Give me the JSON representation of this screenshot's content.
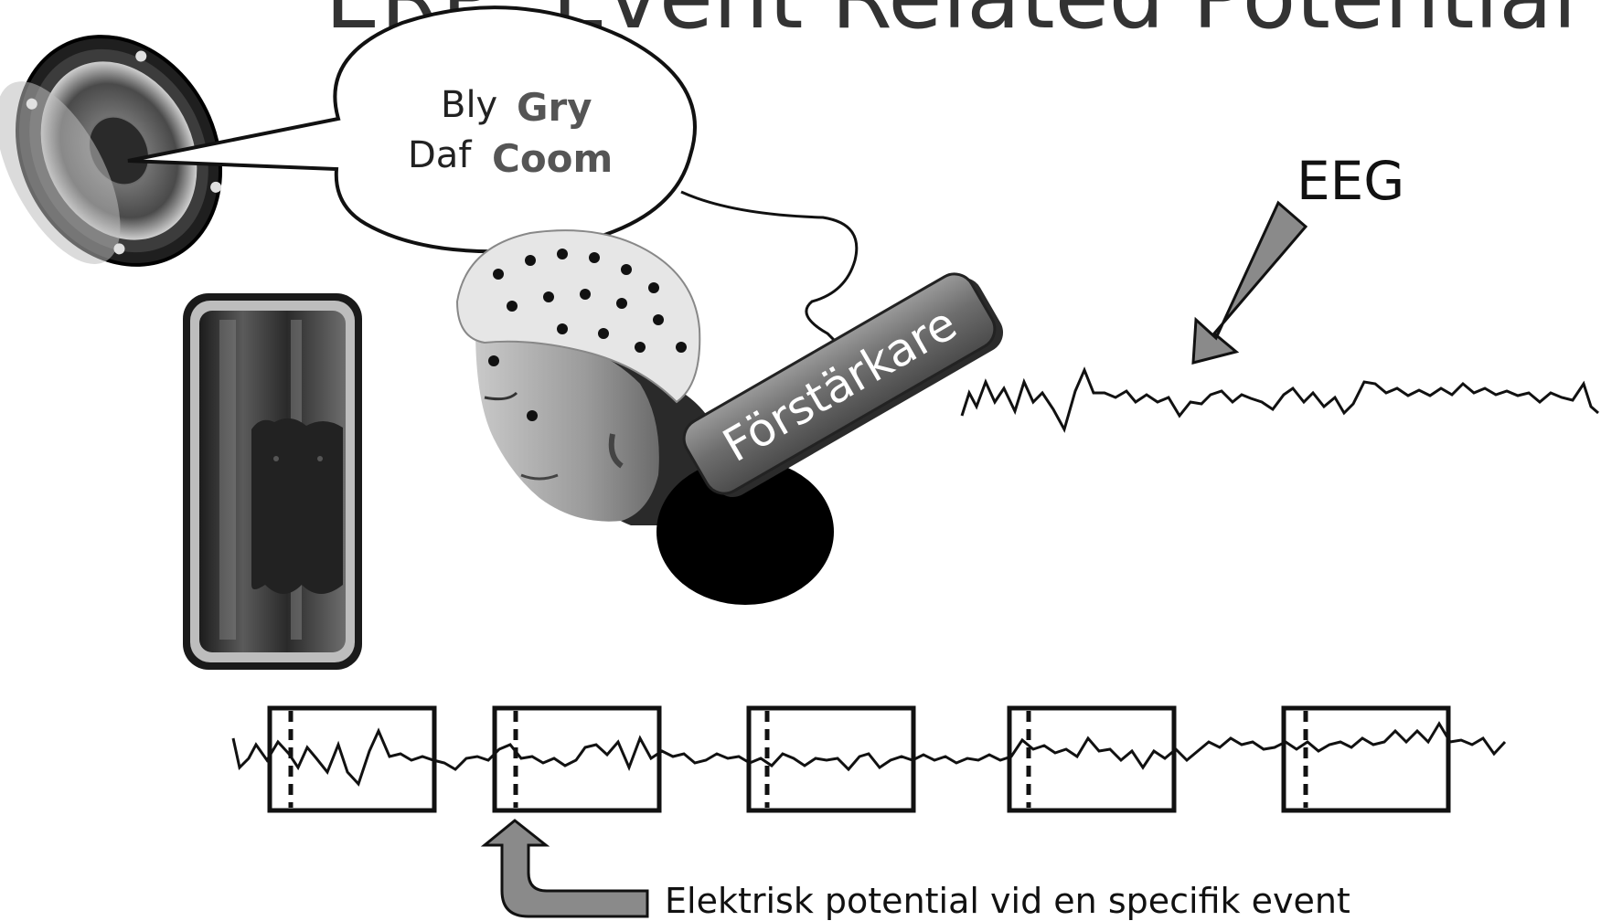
{
  "title": "ERP: Event Related Potential",
  "bubble": {
    "line1_word1": "Bly",
    "line1_word2": "Gry",
    "line2_word1": "Daf",
    "line2_word2": "Coom"
  },
  "eeg_label": "EEG",
  "amplifier_label": "Förstärkare",
  "caption": "Elektrisk potential vid en specifik event",
  "colors": {
    "background": "#ffffff",
    "line": "#111111",
    "arrow_fill": "#8a8a8a",
    "amplifier_fill": "#6b6b6b",
    "dark_fill": "#000000"
  },
  "icons": {
    "speaker": "speaker-icon",
    "screen": "screen-display-icon",
    "head": "person-eeg-cap-icon",
    "amplifier": "amplifier-box-icon"
  },
  "epochs": 5
}
